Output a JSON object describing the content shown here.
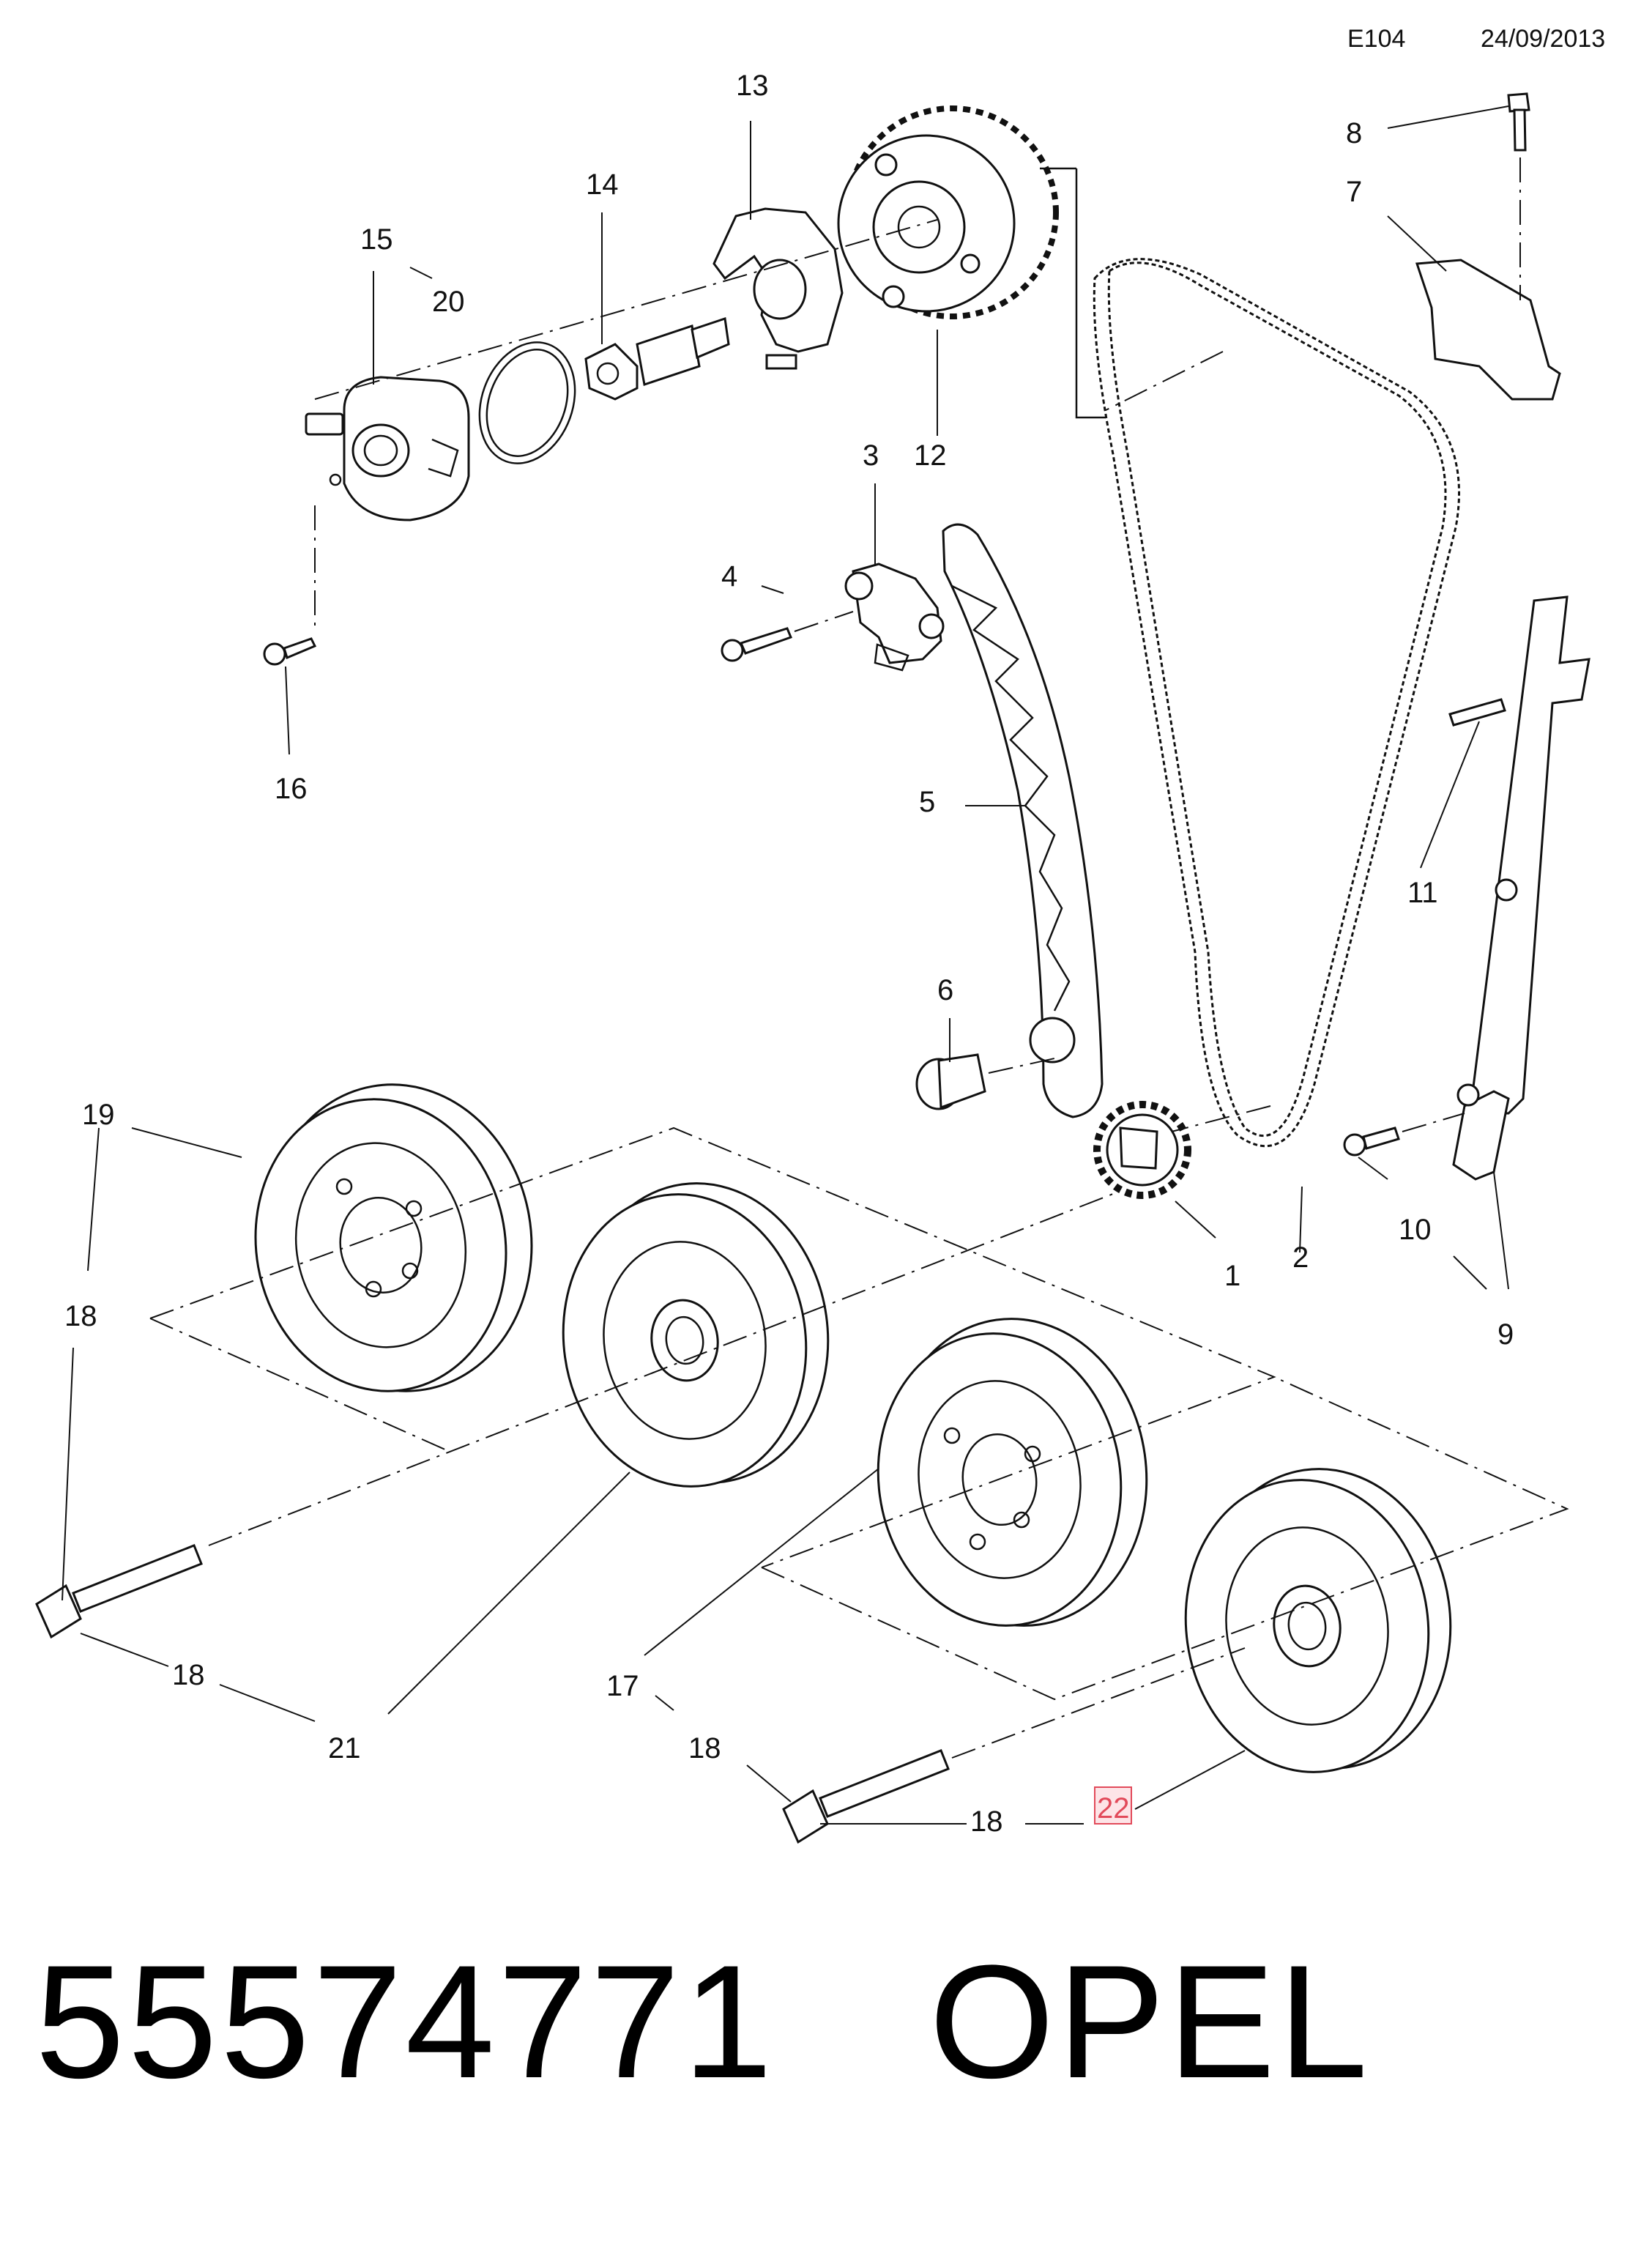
{
  "header": {
    "code": "E104",
    "date": "24/09/2013"
  },
  "callouts": {
    "c1": "1",
    "c2": "2",
    "c3": "3",
    "c4": "4",
    "c5": "5",
    "c6": "6",
    "c7": "7",
    "c8": "8",
    "c9": "9",
    "c10": "10",
    "c11": "11",
    "c12": "12",
    "c13": "13",
    "c14": "14",
    "c15": "15",
    "c16": "16",
    "c17": "17",
    "c18": "18",
    "c19": "19",
    "c20": "20",
    "c21": "21",
    "c22": "22"
  },
  "footer": {
    "part_number": "55574771",
    "brand": "OPEL"
  },
  "colors": {
    "ink": "#111111",
    "highlight": "#e24a5a",
    "highlight_fill": "#fde4e7"
  }
}
